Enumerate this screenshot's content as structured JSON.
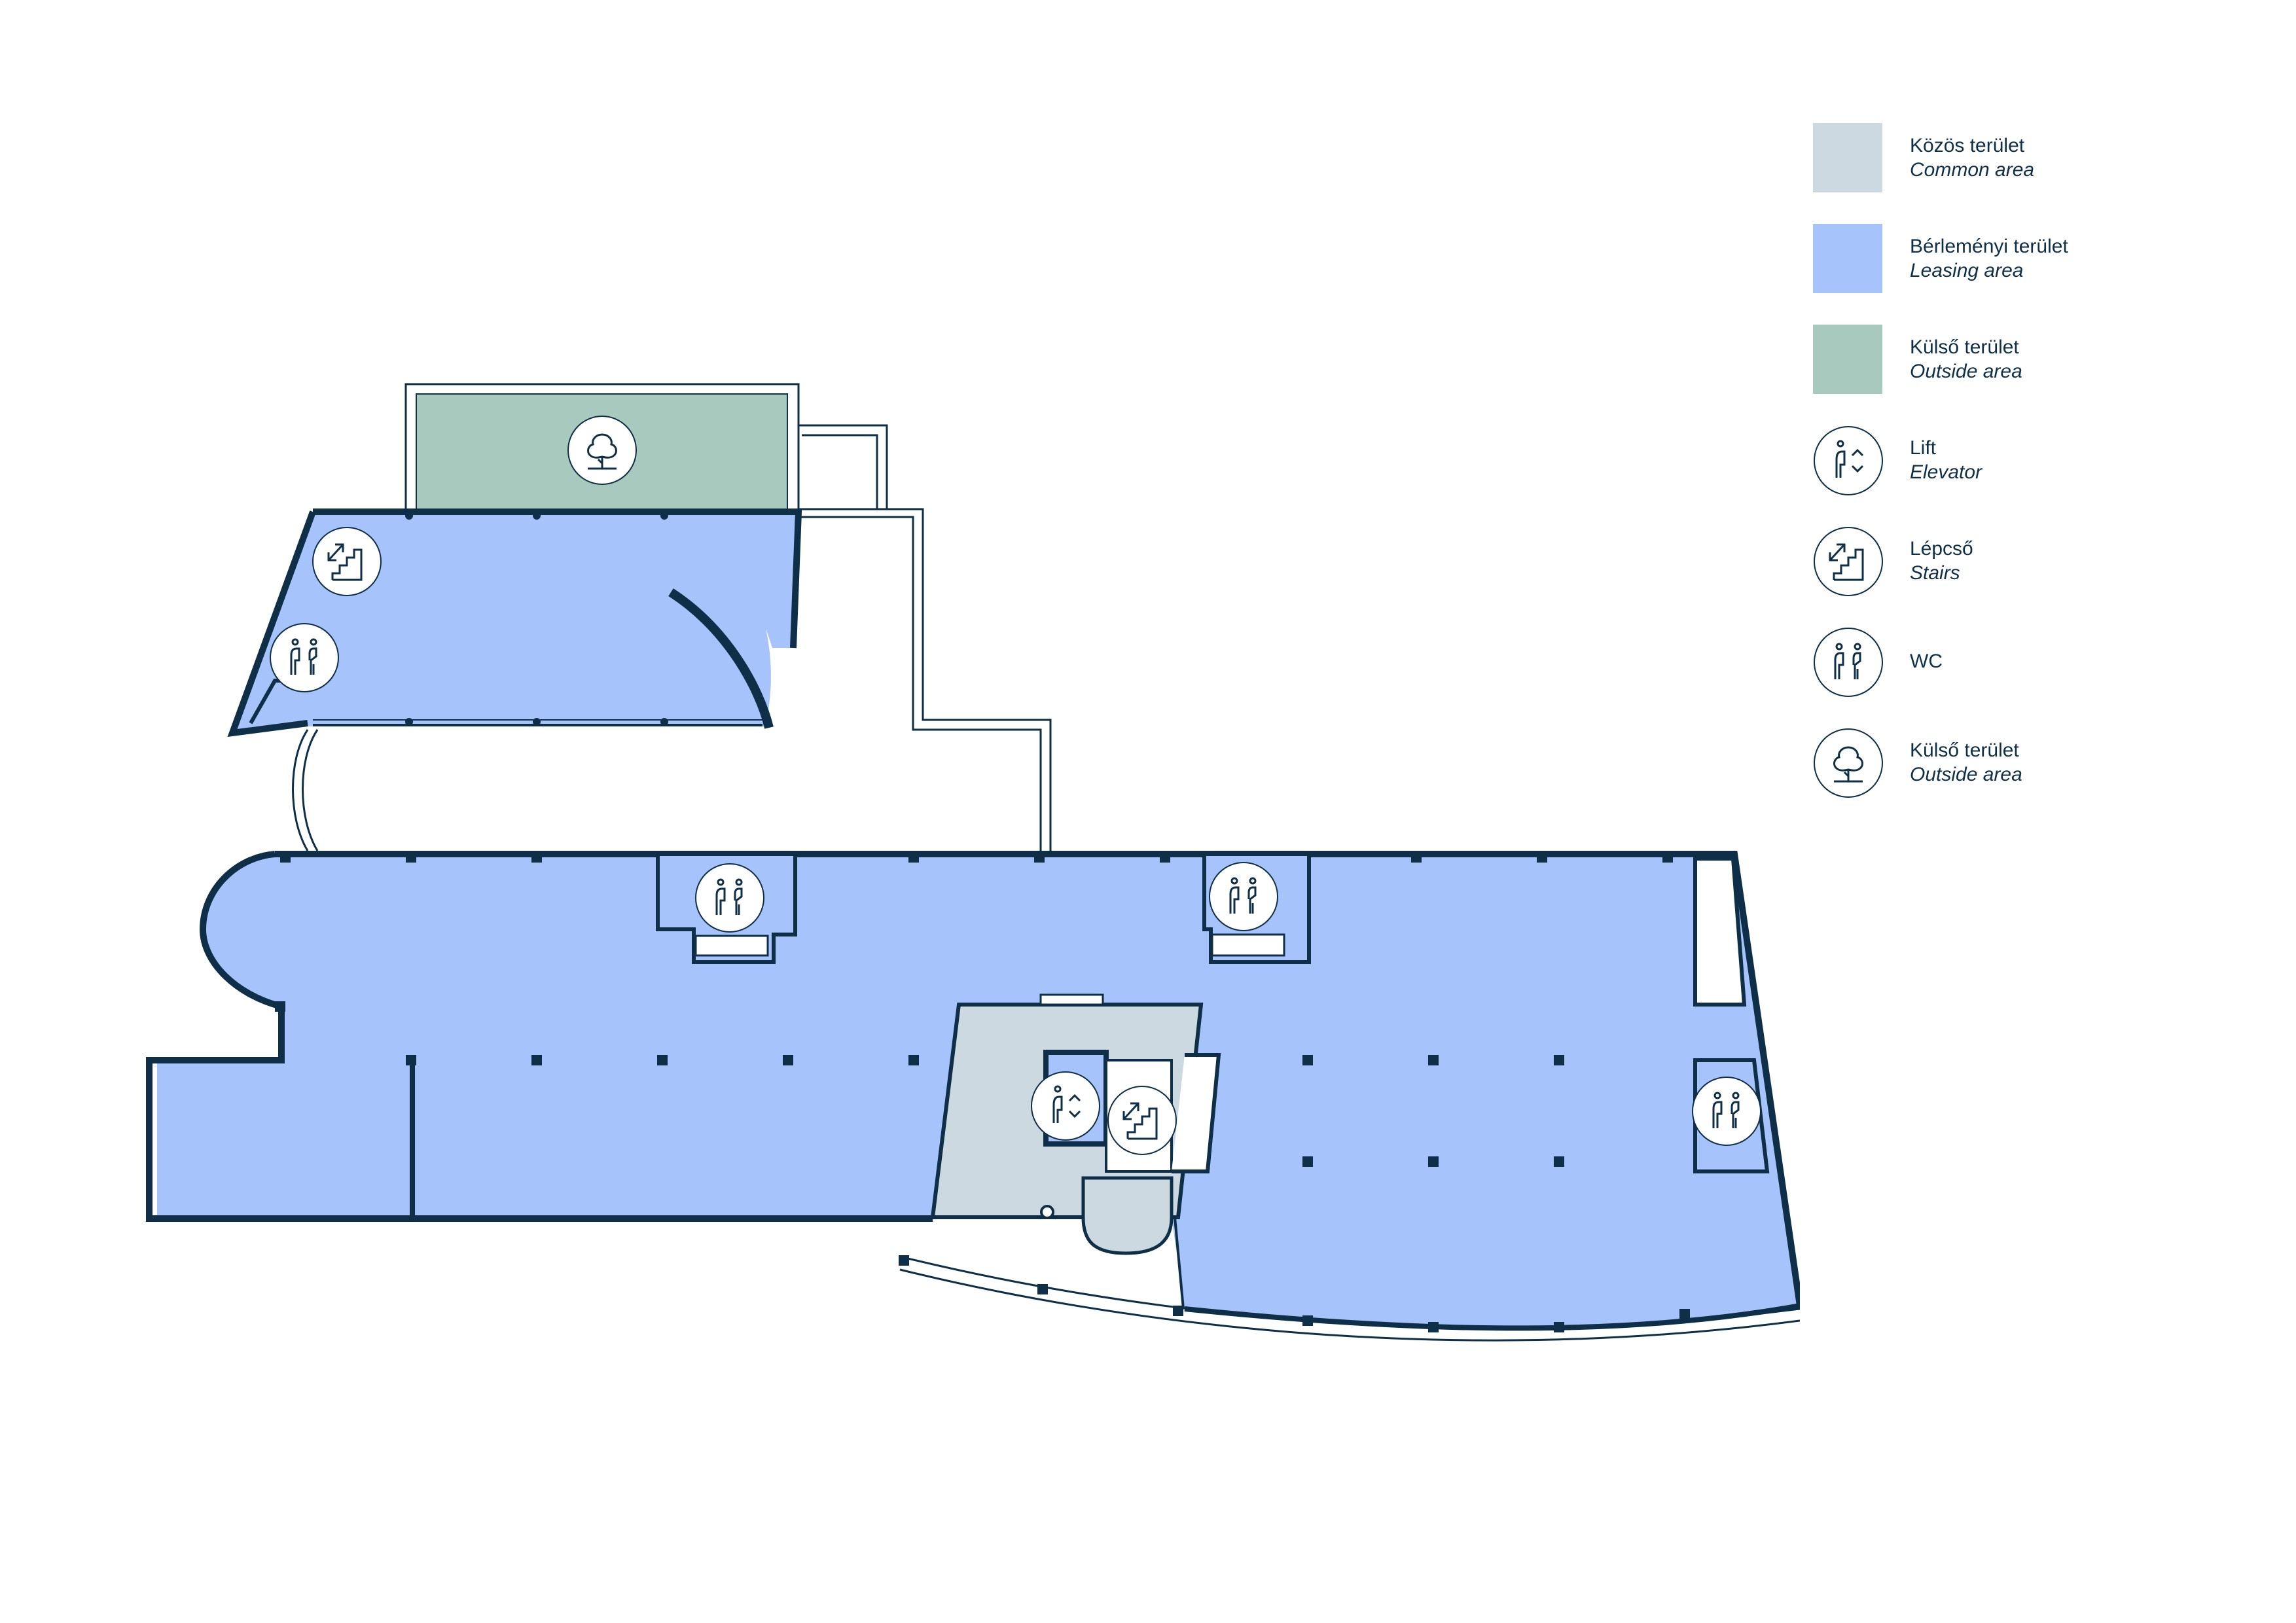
{
  "colors": {
    "common_area": "#ccd9e0",
    "leasing_area": "#a6c4fb",
    "outside_area": "#a8c9bd",
    "wall": "#0e2f47",
    "background": "#ffffff"
  },
  "legend": {
    "common": {
      "hu": "Közös terület",
      "en": "Common area"
    },
    "leasing": {
      "hu": "Bérleményi terület",
      "en": "Leasing area"
    },
    "outside": {
      "hu": "Külső terület",
      "en": "Outside area"
    },
    "elevator": {
      "hu": "Lift",
      "en": "Elevator",
      "icon": "elevator-icon"
    },
    "stairs": {
      "hu": "Lépcső",
      "en": "Stairs",
      "icon": "stairs-icon"
    },
    "wc": {
      "hu": "WC",
      "icon": "wc-icon"
    },
    "outside_icon": {
      "hu": "Külső terület",
      "en": "Outside area",
      "icon": "tree-icon"
    }
  },
  "plan_icons": [
    "tree-icon",
    "stairs-icon",
    "wc-icon",
    "elevator-icon"
  ]
}
